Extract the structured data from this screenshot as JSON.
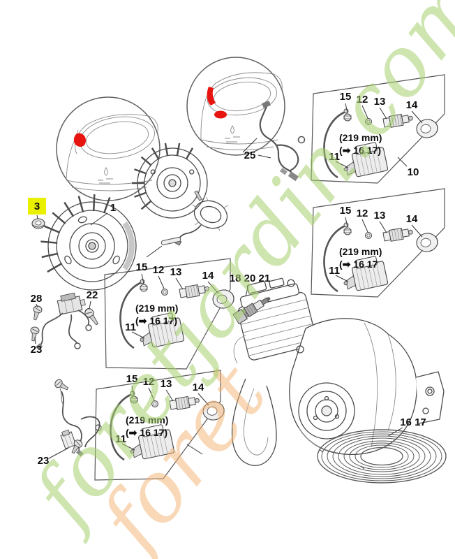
{
  "diagram": {
    "title_hidden": "",
    "watermark": {
      "text": "foretjardin.com",
      "accent": "foret",
      "green": "#a6cf6e",
      "orange": "#f3b074"
    },
    "highlight": {
      "selected_box_color": "#e9f000",
      "red_marker_color": "#e8140f"
    },
    "parts": {
      "flywheel": "1",
      "nut_selected": "3",
      "module_group_ext": "10",
      "harness": "25",
      "screw28": "28",
      "screw22": "22",
      "screw23": "23",
      "spark_plug_set": "18 20 21",
      "ignition_lead": "16 17"
    },
    "groups": [
      {
        "name": "top-right",
        "n15": "15",
        "n12": "12",
        "n13": "13",
        "n14": "14",
        "n11": "11",
        "dim": "(219 mm)",
        "ref": "(➡ 16 17)",
        "ext": "10"
      },
      {
        "name": "mid-right",
        "n15": "15",
        "n12": "12",
        "n13": "13",
        "n14": "14",
        "n11": "11",
        "dim": "(219 mm)",
        "ref": "(➡ 16 17"
      },
      {
        "name": "center",
        "n15": "15",
        "n12": "12",
        "n13": "13",
        "n14": "14",
        "n11": "11",
        "dim": "(219 mm)",
        "ref": "(➡ 16 17)"
      },
      {
        "name": "bottom",
        "n15": "15",
        "n12": "12",
        "n13": "13",
        "n14": "14",
        "n11": "11",
        "dim": "(219 mm)",
        "ref": "(➡ 16 17)"
      }
    ]
  }
}
